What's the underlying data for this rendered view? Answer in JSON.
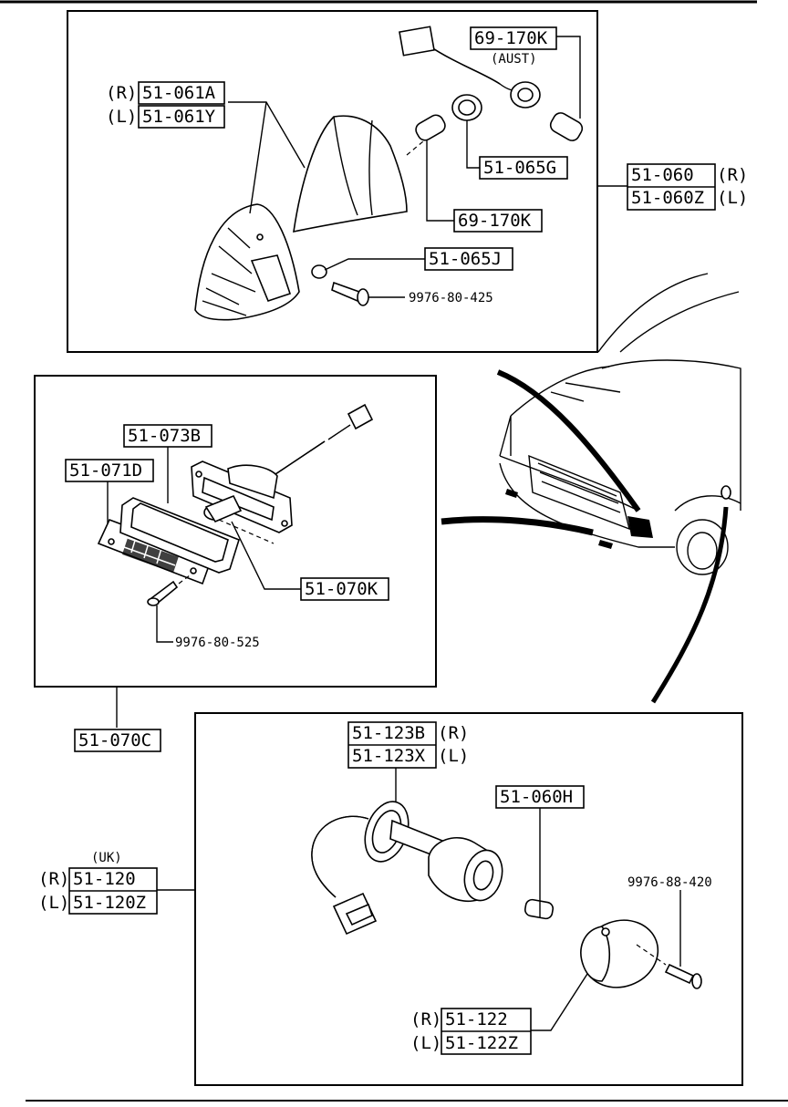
{
  "top_group": {
    "side_r": "(R)",
    "side_l": "(L)",
    "part_lens_r": "51-061A",
    "part_lens_l": "51-061Y",
    "part_bulb_aust": "69-170K",
    "note_aust": "(AUST)",
    "part_socket": "51-065G",
    "part_bulb": "69-170K",
    "part_gasket": "51-065J",
    "part_screw": "9976-80-425",
    "assembly_r": "51-060",
    "assembly_l": "51-060Z",
    "assembly_side_r": "(R)",
    "assembly_side_l": "(L)"
  },
  "middle_group": {
    "part_gasket": "51-073B",
    "part_lens": "51-071D",
    "part_socket": "51-070K",
    "part_screw": "9976-80-525",
    "assembly": "51-070C"
  },
  "bottom_group": {
    "part_harness_r": "51-123B",
    "part_harness_l": "51-123X",
    "harness_side_r": "(R)",
    "harness_side_l": "(L)",
    "part_bulb": "51-060H",
    "part_screw": "9976-88-420",
    "note_uk": "(UK)",
    "assembly_side_r": "(R)",
    "assembly_side_l": "(L)",
    "assembly_r": "51-120",
    "assembly_l": "51-120Z",
    "lens_side_r": "(R)",
    "lens_side_l": "(L)",
    "part_lens_r": "51-122",
    "part_lens_l": "51-122Z"
  },
  "colors": {
    "ink": "#000000",
    "paper": "#ffffff"
  }
}
